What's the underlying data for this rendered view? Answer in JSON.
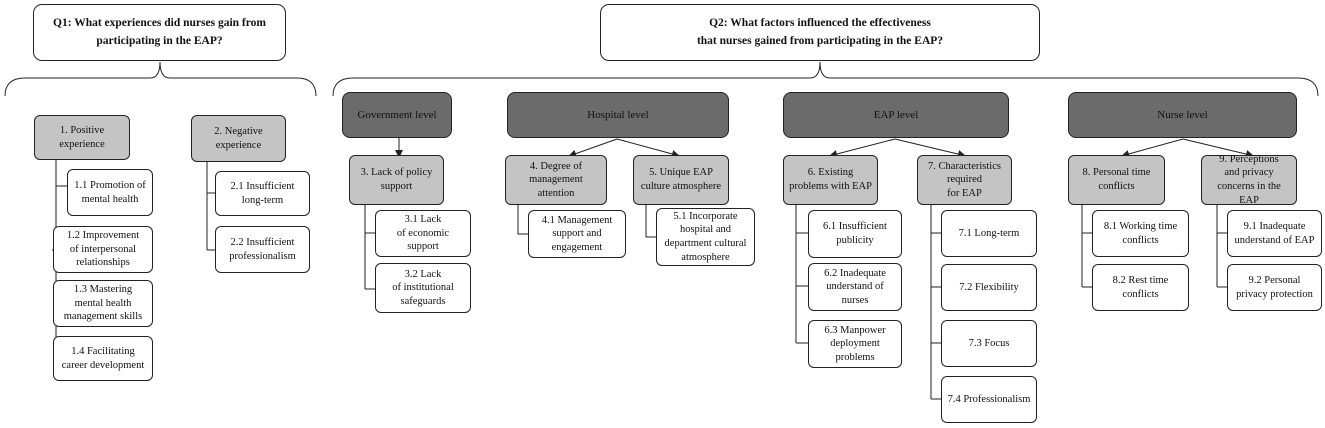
{
  "q1": "Q1: What experiences did nurses gain from\nparticipating in the EAP?",
  "q2": "Q2: What factors influenced the effectiveness\nthat nurses gained from participating in the EAP?",
  "levels": {
    "government": "Government level",
    "hospital": "Hospital level",
    "eap": "EAP level",
    "nurse": "Nurse level"
  },
  "themes": {
    "t1": "1. Positive\nexperience",
    "t2": "2. Negative\nexperience",
    "t3": "3. Lack of policy\nsupport",
    "t4": "4. Degree of\nmanagement\nattention",
    "t5": "5. Unique EAP\nculture atmosphere",
    "t6": "6. Existing\nproblems with EAP",
    "t7": "7. Characteristics\nrequired\nfor EAP",
    "t8": "8. Personal time\nconflicts",
    "t9": "9. Perceptions\nand privacy\nconcerns in the EAP"
  },
  "subs": {
    "s1_1": "1.1 Promotion of\nmental health",
    "s1_2": "1.2 Improvement\nof interpersonal\nrelationships",
    "s1_3": "1.3 Mastering\nmental health\nmanagement skills",
    "s1_4": "1.4 Facilitating\ncareer development",
    "s2_1": "2.1 Insufficient\nlong-term",
    "s2_2": "2.2 Insufficient\nprofessionalism",
    "s3_1": "3.1 Lack\nof economic support",
    "s3_2": "3.2 Lack\nof institutional\nsafeguards",
    "s4_1": "4.1 Management\nsupport and\nengagement",
    "s5_1": "5.1 Incorporate\nhospital and\ndepartment cultural\natmosphere",
    "s6_1": "6.1 Insufficient\npublicity",
    "s6_2": "6.2 Inadequate\nunderstand of nurses",
    "s6_3": "6.3 Manpower\ndeployment\nproblems",
    "s7_1": "7.1 Long-term",
    "s7_2": "7.2 Flexibility",
    "s7_3": "7.3 Focus",
    "s7_4": "7.4 Professionalism",
    "s8_1": "8.1 Working time\nconflicts",
    "s8_2": "8.2 Rest time\nconflicts",
    "s9_1": "9.1 Inadequate\nunderstand of EAP",
    "s9_2": "9.2 Personal\nprivacy protection"
  }
}
